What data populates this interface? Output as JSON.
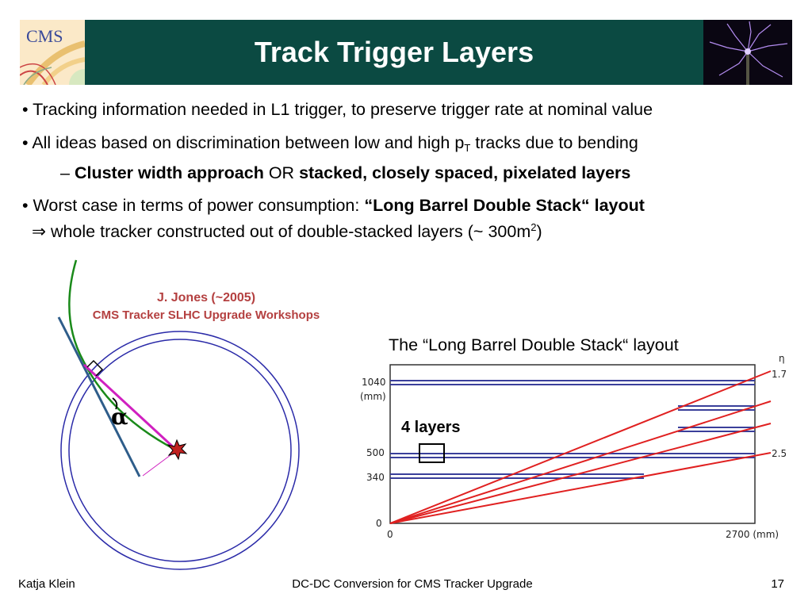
{
  "header": {
    "title": "Track Trigger Layers",
    "logo_text": "CMS",
    "accent_color": "#0b4a42"
  },
  "bullets": {
    "b1": "• Tracking information needed in L1 trigger, to preserve trigger rate at nominal value",
    "b2_pre": "• All ideas based on discrimination between low and high p",
    "b2_sub": "T",
    "b2_post": " tracks due to bending",
    "b3_dash": "– ",
    "b3_bold1": "Cluster width approach",
    "b3_or": " OR ",
    "b3_bold2": "stacked, closely spaced, pixelated layers",
    "b4_pre": "• Worst case in terms of power consumption: ",
    "b4_bold": "“Long Barrel Double Stack“ layout",
    "b5_arrow": "⇒",
    "b5_text": " whole tracker constructed out of double-stacked layers (~ 300m",
    "b5_sup": "2",
    "b5_end": ")"
  },
  "citation": {
    "author": "J. Jones (~2005)",
    "event": "CMS Tracker SLHC Upgrade Workshops"
  },
  "left_diagram": {
    "angle_label": "α"
  },
  "right_diagram": {
    "caption": "The “Long Barrel Double Stack“ layout",
    "y_label_1040": "1040",
    "y_unit": "(mm)",
    "y_label_500": "500",
    "y_label_340": "340",
    "y_label_0": "0",
    "x_label_0": "0",
    "x_label_2700": "2700 (mm)",
    "eta_symbol": "η",
    "eta_1_7": "1.7",
    "eta_2_5": "2.5",
    "box_label": "4 layers",
    "layer_color": "#3a3f9a",
    "line_color": "#e02020"
  },
  "footer": {
    "author": "Katja Klein",
    "talk": "DC-DC Conversion for CMS Tracker Upgrade",
    "page": "17"
  }
}
